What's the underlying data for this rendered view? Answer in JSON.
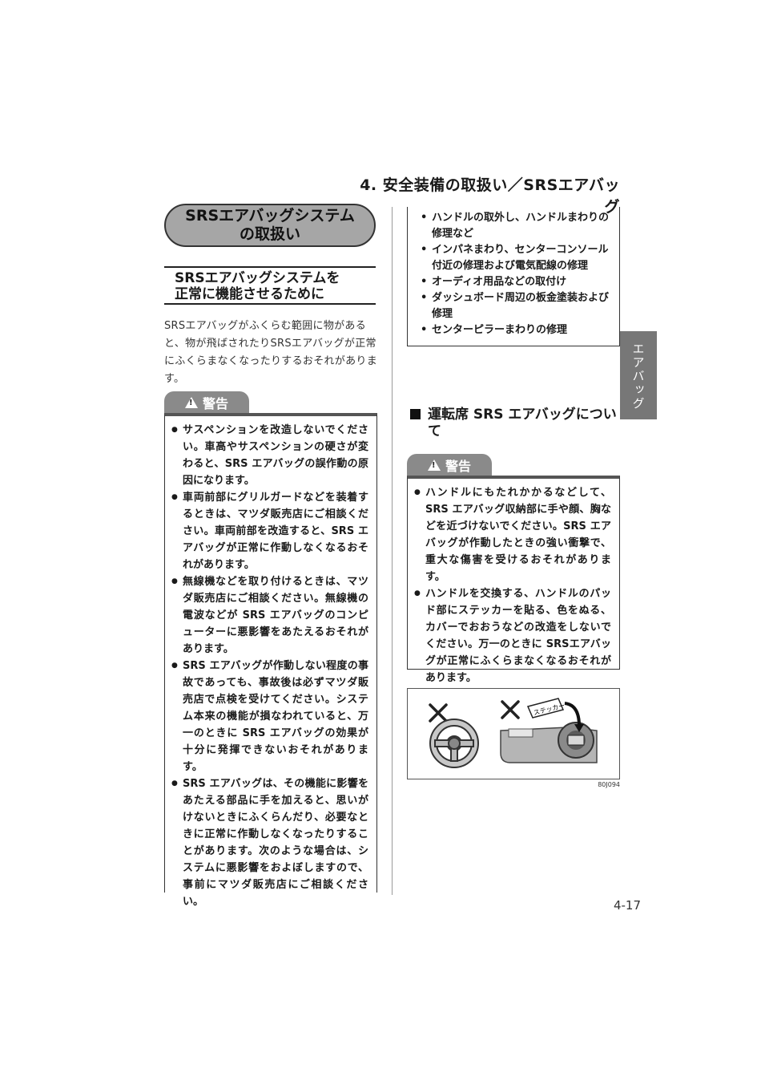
{
  "header": {
    "title": "4. 安全装備の取扱い／SRSエアバッグ"
  },
  "side_tab": {
    "label": "エアバッグ"
  },
  "left": {
    "title": "SRSエアバッグシステムの取扱い",
    "subheading_line1": "SRSエアバッグシステムを",
    "subheading_line2": "正常に機能させるために",
    "intro": "SRSエアバッグがふくらむ範囲に物があると、物が飛ばされたりSRSエアバッグが正常にふくらまなくなったりするおそれがあります。",
    "warning_label": "警告",
    "warnings": [
      "サスペンションを改造しないでください。車高やサスペンションの硬さが変わると、SRS エアバッグの誤作動の原因になります。",
      "車両前部にグリルガードなどを装着するときは、マツダ販売店にご相談ください。車両前部を改造すると、SRS エアバッグが正常に作動しなくなるおそれがあります。",
      "無線機などを取り付けるときは、マツダ販売店にご相談ください。無線機の電波などが SRS エアバッグのコンピューターに悪影響をあたえるおそれがあります。",
      "SRS エアバッグが作動しない程度の事故であっても、事故後は必ずマツダ販売店で点検を受けてください。システム本来の機能が損なわれていると、万一のときに SRS エアバッグの効果が十分に発揮できないおそれがあります。",
      "SRS エアバッグは、その機能に影響をあたえる部品に手を加えると、思いがけないときにふくらんだり、必要なときに正常に作動しなくなったりすることがあります。次のような場合は、システムに悪影響をおよぼしますので、事前にマツダ販売店にご相談ください。"
    ]
  },
  "right": {
    "repair_items": [
      "ハンドルの取外し、ハンドルまわりの修理など",
      "インパネまわり、センターコンソール付近の修理および電気配線の修理",
      "オーディオ用品などの取付け",
      "ダッシュボード周辺の板金塗装および修理",
      "センターピラーまわりの修理"
    ],
    "section_heading": "運転席 SRS エアバッグについて",
    "warning_label": "警告",
    "warnings": [
      "ハンドルにもたれかかるなどして、SRS エアバッグ収納部に手や顔、胸などを近づけないでください。SRS エアバッグが作動したときの強い衝撃で、重大な傷害を受けるおそれがあります。",
      "ハンドルを交換する、ハンドルのパッド部にステッカーを貼る、色をぬる、カバーでおおうなどの改造をしないでください。万一のときに SRSエアバッグが正常にふくらまなくなるおそれがあります。"
    ],
    "figure": {
      "sticker_label": "ステッカー",
      "code": "80J094"
    }
  },
  "footer": {
    "page_number": "4-17"
  }
}
